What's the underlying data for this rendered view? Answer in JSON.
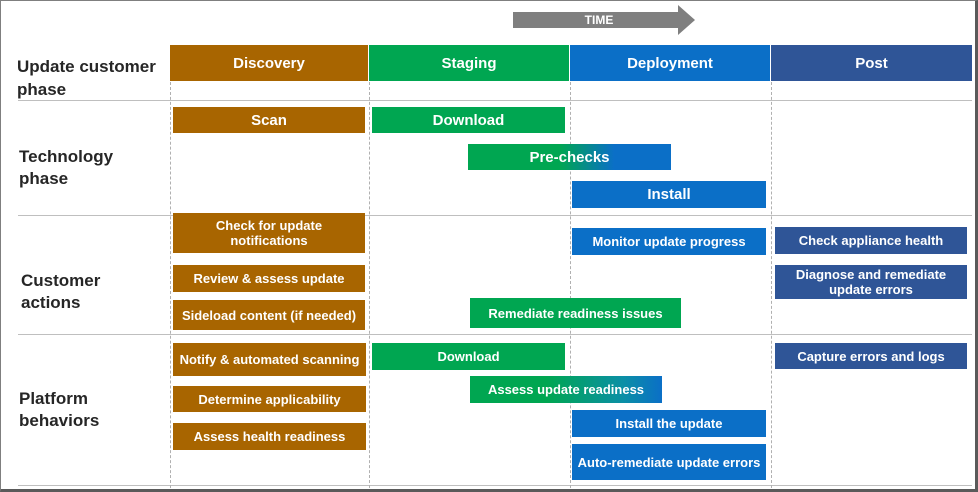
{
  "time_label": "TIME",
  "corner_label": "Update customer phase",
  "phases": [
    {
      "label": "Discovery",
      "color": "#a86500"
    },
    {
      "label": "Staging",
      "color": "#00a651"
    },
    {
      "label": "Deployment",
      "color": "#0b6fc7"
    },
    {
      "label": "Post",
      "color": "#2f5597"
    }
  ],
  "rows": {
    "technology": "Technology phase",
    "customer": "Customer actions",
    "platform": "Platform behaviors"
  },
  "technology_items": {
    "scan": "Scan",
    "download": "Download",
    "prechecks": "Pre-checks",
    "install": "Install"
  },
  "customer_items": {
    "check_notifications": "Check for update notifications",
    "review_assess": "Review & assess update",
    "sideload": "Sideload content (if needed)",
    "remediate_readiness": "Remediate readiness issues",
    "monitor_progress": "Monitor update progress",
    "check_health": "Check appliance health",
    "diagnose": "Diagnose and remediate update errors"
  },
  "platform_items": {
    "notify_scan": "Notify & automated scanning",
    "determine": "Determine applicability",
    "assess_health": "Assess health readiness",
    "download": "Download",
    "assess_readiness": "Assess update readiness",
    "install_update": "Install the update",
    "auto_remediate": "Auto-remediate update errors",
    "capture_errors": "Capture errors and logs"
  }
}
